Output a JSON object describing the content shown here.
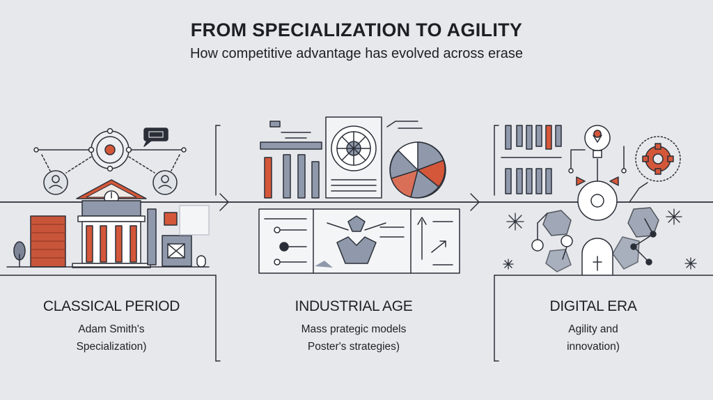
{
  "header": {
    "title": "FROM SPECIALIZATION TO AGILITY",
    "subtitle": "How competitive advantage has evolved across erase"
  },
  "eras": [
    {
      "title": "CLASSICAL PERIOD",
      "desc_line1": "Adam Smith's",
      "desc_line2": "Specialization)"
    },
    {
      "title": "INDUSTRIAL AGE",
      "desc_line1": "Mass prategic models",
      "desc_line2": "Poster's strategies)"
    },
    {
      "title": "DIGITAL ERA",
      "desc_line1": "Agility and",
      "desc_line2": "innovation)"
    }
  ],
  "colors": {
    "accent": "#d4573a",
    "slate": "#7d8597",
    "ink": "#2a2e36",
    "background": "#e6e8ec"
  },
  "icons": [
    "network-icon",
    "user-icon",
    "chat-icon",
    "building-icon",
    "factory-icon",
    "bar-chart-icon",
    "machine-wheel-icon",
    "pie-chart-icon",
    "process-chart-icon",
    "lightbulb-icon",
    "gear-icon",
    "node-graph-icon",
    "arrow-right-icon"
  ]
}
